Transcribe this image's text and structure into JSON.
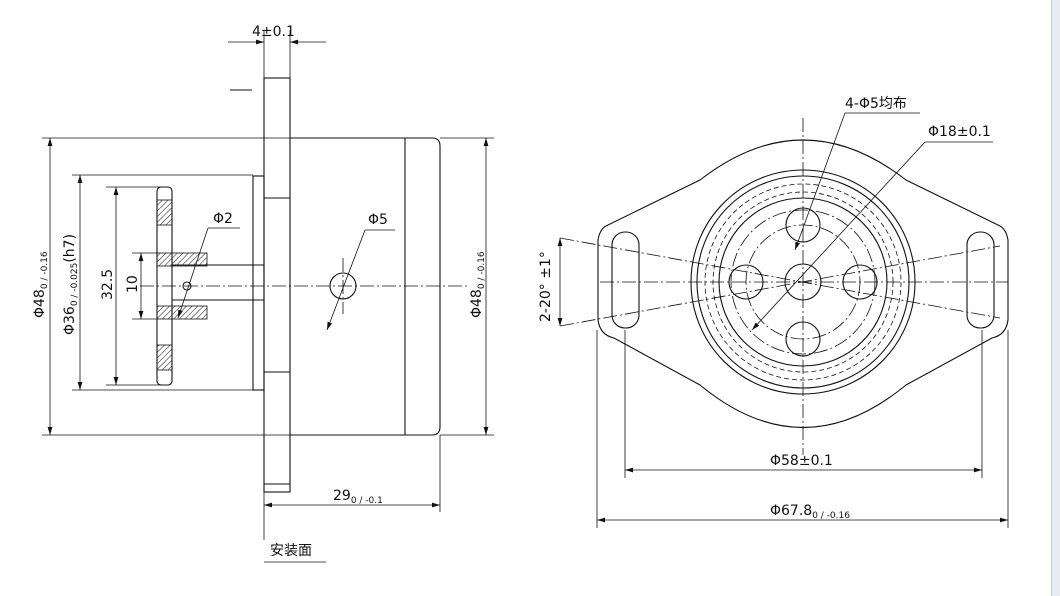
{
  "side_view": {
    "flange_thickness": "4±0.1",
    "body_diameter_left": "Φ48",
    "body_diameter_left_tol": "0 / -0.16",
    "pilot_diameter": "Φ36",
    "pilot_diameter_tol": "0 / -0.025",
    "pilot_fit": "(h7)",
    "gear_diameter": "32.5",
    "hub_diameter": "10",
    "pin_diameter": "Φ2",
    "shaft_hole": "Φ5",
    "body_diameter_right": "Φ48",
    "body_diameter_right_tol": "0 / -0.16",
    "body_length": "29",
    "body_length_tol": "0 / -0.1",
    "mounting_face": "安装面"
  },
  "front_view": {
    "holes": "4-Φ5均布",
    "center_diameter": "Φ18±0.1",
    "slot_angle": "2-20° ±1°",
    "bolt_circle": "Φ58±0.1",
    "flange_width": "Φ67.8",
    "flange_width_tol": "0 / -0.16"
  }
}
